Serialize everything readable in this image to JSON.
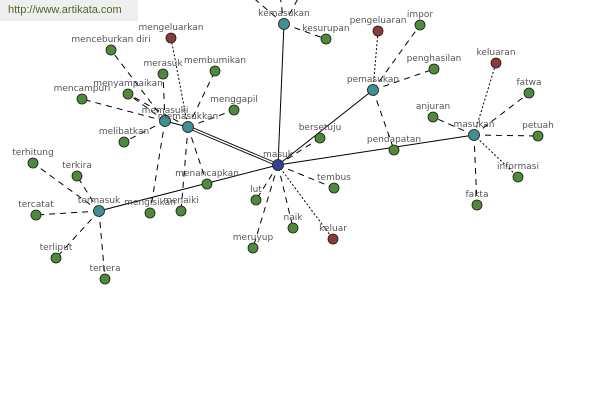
{
  "watermark": "http://www.artikata.com",
  "colors": {
    "hub": "#3f8f93",
    "center": "#3a3f96",
    "leaf": "#4f8a3a",
    "negative": "#8a3a3a",
    "edge": "#000000"
  },
  "nodes": [
    {
      "id": "masuk",
      "label": "masuk",
      "type": "center"
    },
    {
      "id": "kemasukan",
      "label": "kemasukan",
      "type": "hub"
    },
    {
      "id": "kesurupan",
      "label": "kesurupan",
      "type": "leaf"
    },
    {
      "id": "pengeluaran",
      "label": "pengeluaran",
      "type": "negative"
    },
    {
      "id": "impor",
      "label": "impor",
      "type": "leaf"
    },
    {
      "id": "penghasilan",
      "label": "penghasilan",
      "type": "leaf"
    },
    {
      "id": "pemasukan",
      "label": "pemasukan",
      "type": "hub"
    },
    {
      "id": "anjuran",
      "label": "anjuran",
      "type": "leaf"
    },
    {
      "id": "keluaran",
      "label": "keluaran",
      "type": "negative"
    },
    {
      "id": "fatwa",
      "label": "fatwa",
      "type": "leaf"
    },
    {
      "id": "masukan",
      "label": "masukan",
      "type": "hub"
    },
    {
      "id": "petuah",
      "label": "petuah",
      "type": "leaf"
    },
    {
      "id": "informasi",
      "label": "informasi",
      "type": "leaf"
    },
    {
      "id": "fakta",
      "label": "fakta",
      "type": "leaf"
    },
    {
      "id": "pendapatan",
      "label": "pendapatan",
      "type": "leaf"
    },
    {
      "id": "bersetuju",
      "label": "bersetuju",
      "type": "leaf"
    },
    {
      "id": "tembus",
      "label": "tembus",
      "type": "leaf"
    },
    {
      "id": "keluar",
      "label": "keluar",
      "type": "negative"
    },
    {
      "id": "naik",
      "label": "naik",
      "type": "leaf"
    },
    {
      "id": "lut",
      "label": "lut",
      "type": "leaf"
    },
    {
      "id": "meruyup",
      "label": "meruyup",
      "type": "leaf"
    },
    {
      "id": "menancapkan",
      "label": "menancapkan",
      "type": "leaf"
    },
    {
      "id": "menaiki",
      "label": "menaiki",
      "type": "leaf"
    },
    {
      "id": "mengisikan",
      "label": "mengisikan",
      "type": "leaf"
    },
    {
      "id": "termasuk",
      "label": "termasuk",
      "type": "hub"
    },
    {
      "id": "terhitung",
      "label": "terhitung",
      "type": "leaf"
    },
    {
      "id": "terkira",
      "label": "terkira",
      "type": "leaf"
    },
    {
      "id": "tercatat",
      "label": "tercatat",
      "type": "leaf"
    },
    {
      "id": "terliput",
      "label": "terliput",
      "type": "leaf"
    },
    {
      "id": "tertera",
      "label": "tertera",
      "type": "leaf"
    },
    {
      "id": "memasuki",
      "label": "memasuki",
      "type": "hub"
    },
    {
      "id": "memasukkan",
      "label": "memasukkan",
      "type": "hub"
    },
    {
      "id": "mengeluarkan",
      "label": "mengeluarkan",
      "type": "negative"
    },
    {
      "id": "menceburkan",
      "label": "menceburkan diri",
      "type": "leaf"
    },
    {
      "id": "merasuk",
      "label": "merasuk",
      "type": "leaf"
    },
    {
      "id": "membumikan",
      "label": "membumikan",
      "type": "leaf"
    },
    {
      "id": "menyampaikan",
      "label": "menyampaikan",
      "type": "leaf"
    },
    {
      "id": "mencampuri",
      "label": "mencampuri",
      "type": "leaf"
    },
    {
      "id": "menggapil",
      "label": "menggapil",
      "type": "leaf"
    },
    {
      "id": "melibatkan",
      "label": "melibatkan",
      "type": "leaf"
    }
  ],
  "edges": [
    [
      "masuk",
      "kemasukan",
      "solid"
    ],
    [
      "masuk",
      "pemasukan",
      "solid"
    ],
    [
      "masuk",
      "masukan",
      "solid"
    ],
    [
      "masuk",
      "memasukkan",
      "double"
    ],
    [
      "masuk",
      "termasuk",
      "solid"
    ],
    [
      "masuk",
      "bersetuju",
      "dash"
    ],
    [
      "masuk",
      "tembus",
      "dash"
    ],
    [
      "masuk",
      "keluar",
      "dot"
    ],
    [
      "masuk",
      "naik",
      "dash"
    ],
    [
      "masuk",
      "lut",
      "dash"
    ],
    [
      "masuk",
      "meruyup",
      "dash"
    ],
    [
      "kemasukan",
      "kesurupan",
      "dash"
    ],
    [
      "kemasukan",
      "up1",
      "dash"
    ],
    [
      "kemasukan",
      "up2",
      "dash"
    ],
    [
      "kemasukan",
      "up3",
      "dash"
    ],
    [
      "pemasukan",
      "pengeluaran",
      "dot"
    ],
    [
      "pemasukan",
      "impor",
      "dash"
    ],
    [
      "pemasukan",
      "penghasilan",
      "dash"
    ],
    [
      "pemasukan",
      "pendapatan",
      "dash"
    ],
    [
      "masukan",
      "keluaran",
      "dot"
    ],
    [
      "masukan",
      "fatwa",
      "dash"
    ],
    [
      "masukan",
      "petuah",
      "dash"
    ],
    [
      "masukan",
      "informasi",
      "dot"
    ],
    [
      "masukan",
      "fakta",
      "dash"
    ],
    [
      "masukan",
      "anjuran",
      "dash"
    ],
    [
      "termasuk",
      "terhitung",
      "dash"
    ],
    [
      "termasuk",
      "terkira",
      "dash"
    ],
    [
      "termasuk",
      "tercatat",
      "dash"
    ],
    [
      "termasuk",
      "terliput",
      "dash"
    ],
    [
      "termasuk",
      "tertera",
      "dash"
    ],
    [
      "memasuki",
      "menceburkan",
      "dash"
    ],
    [
      "memasuki",
      "merasuk",
      "dash"
    ],
    [
      "memasuki",
      "menyampaikan",
      "dash"
    ],
    [
      "memasuki",
      "mencampuri",
      "dash"
    ],
    [
      "memasuki",
      "melibatkan",
      "dash"
    ],
    [
      "memasuki",
      "mengisikan",
      "dash"
    ],
    [
      "memasuki",
      "memasukkan",
      "solid"
    ],
    [
      "memasukkan",
      "mengeluarkan",
      "dot"
    ],
    [
      "memasukkan",
      "membumikan",
      "dash"
    ],
    [
      "memasukkan",
      "menggapil",
      "dash"
    ],
    [
      "memasukkan",
      "menaiki",
      "dash"
    ],
    [
      "memasukkan",
      "menancapkan",
      "dash"
    ],
    [
      "memasukkan",
      "menyampaikan",
      "dash"
    ]
  ]
}
